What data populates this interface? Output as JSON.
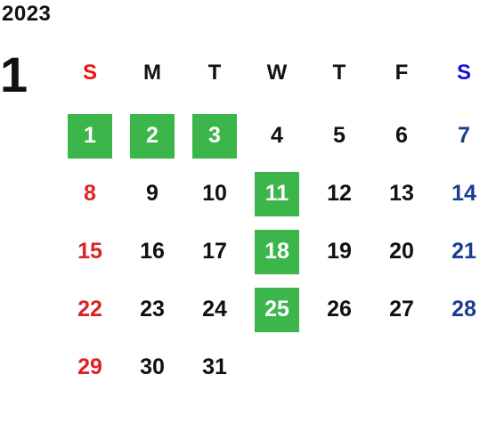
{
  "year": "2023",
  "month": "1",
  "weekdays": [
    "S",
    "M",
    "T",
    "W",
    "T",
    "F",
    "S"
  ],
  "weeks": [
    [
      "1",
      "2",
      "3",
      "4",
      "5",
      "6",
      "7"
    ],
    [
      "8",
      "9",
      "10",
      "11",
      "12",
      "13",
      "14"
    ],
    [
      "15",
      "16",
      "17",
      "18",
      "19",
      "20",
      "21"
    ],
    [
      "22",
      "23",
      "24",
      "25",
      "26",
      "27",
      "28"
    ],
    [
      "29",
      "30",
      "31",
      "",
      "",
      "",
      ""
    ]
  ],
  "highlighted_days": [
    "1",
    "2",
    "3",
    "11",
    "18",
    "25"
  ],
  "colors": {
    "highlight": "#3cb54a",
    "sunday": "#dd2222",
    "saturday": "#1a3d8f",
    "sunday_header": "#ee1111",
    "saturday_header": "#1111dd"
  }
}
